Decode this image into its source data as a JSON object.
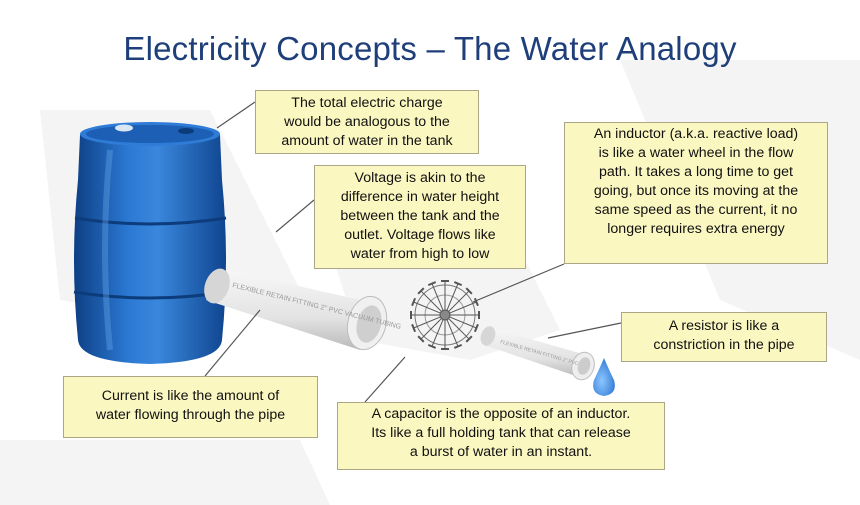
{
  "title": "Electricity Concepts – The Water Analogy",
  "callouts": {
    "charge": {
      "lines": [
        "The total electric charge",
        "would be analogous to the",
        "amount of water in the tank"
      ]
    },
    "voltage": {
      "lines": [
        "Voltage is akin to the",
        "difference in water height",
        "between the tank and the",
        "outlet. Voltage flows like",
        "water from high to low"
      ]
    },
    "inductor": {
      "lines": [
        "An inductor (a.k.a. reactive load)",
        "is like a water wheel in the flow",
        "path. It takes a long time to get",
        "going, but once its moving at the",
        "same speed as the current, it no",
        "longer requires extra energy"
      ]
    },
    "resistor": {
      "lines": [
        "A resistor is like a",
        "constriction in the pipe"
      ]
    },
    "current": {
      "lines": [
        "Current is like the amount of",
        "water flowing through the pipe"
      ]
    },
    "capacitor": {
      "lines": [
        "A capacitor is the opposite of an inductor.",
        "Its like a full holding tank that can release",
        "a burst of water in an instant."
      ]
    }
  },
  "pipe_labels": {
    "large": "FLEXIBLE RETAIN FITTING 2\" PVC VACUUM TUBING",
    "small": "FLEXIBLE RETAIN FITTING 2\" PVC"
  },
  "colors": {
    "title": "#1f3f7a",
    "callout_fill": "#fbf7c1",
    "barrel": "#1f63b8",
    "water_drop": "#3f8fe0"
  }
}
